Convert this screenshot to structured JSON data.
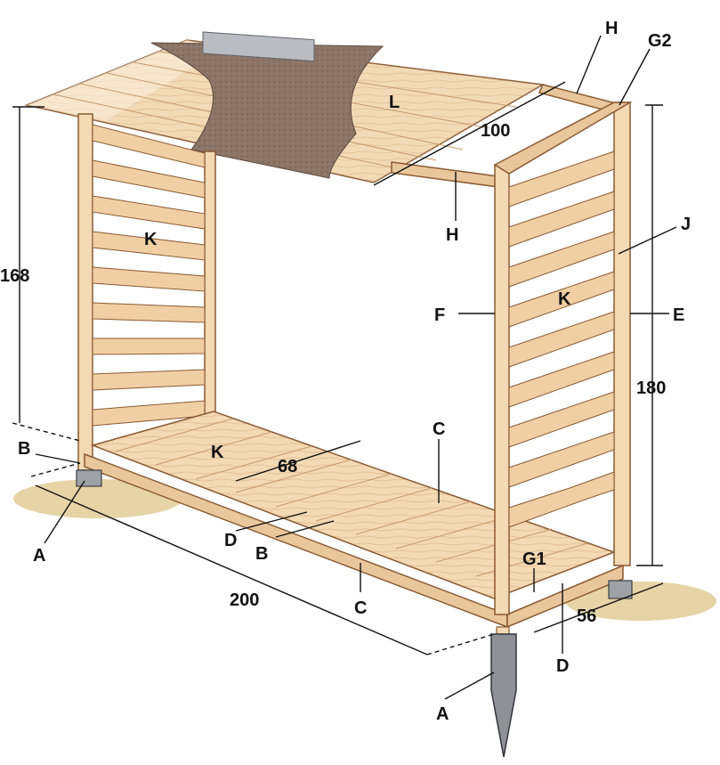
{
  "parts": {
    "A_front": "A",
    "A_back": "A",
    "B_left": "B",
    "B_mid": "B",
    "C_top": "C",
    "C_bottom": "C",
    "D_left": "D",
    "D_right": "D",
    "E": "E",
    "F": "F",
    "G1": "G1",
    "G2": "G2",
    "H_top": "H",
    "H_mid": "H",
    "J": "J",
    "K_left": "K",
    "K_floor": "K",
    "K_right": "K",
    "L": "L"
  },
  "dimensions": {
    "height_left": "168",
    "height_right": "180",
    "length": "200",
    "width": "56",
    "floor_depth": "68",
    "roof_depth": "100"
  },
  "colors": {
    "wood": "#f3d9b4",
    "wood_dark": "#d9b186",
    "wood_edge": "#8a5a32",
    "roofing_felt": "#8c7566",
    "ground": "#d9c18a",
    "metal": "#8e9296"
  }
}
